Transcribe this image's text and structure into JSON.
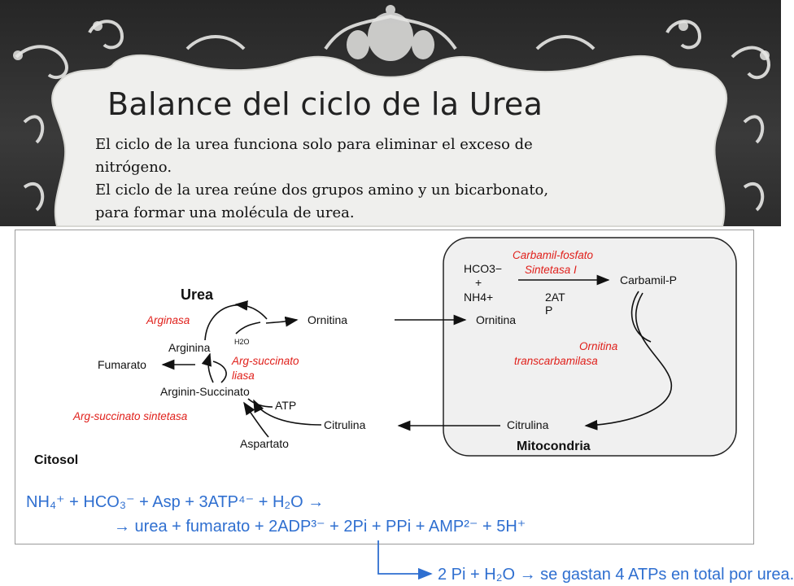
{
  "slide": {
    "title": "Balance del ciclo de la Urea",
    "body_lines": [
      "El ciclo de la urea funciona solo para eliminar el exceso de",
      "nitrógeno.",
      "El ciclo de la urea reúne dos grupos amino y un bicarbonato,",
      "para formar una molécula de urea."
    ]
  },
  "diagram": {
    "nodes": {
      "urea": "Urea",
      "ornitina_cyt": "Ornitina",
      "arginina": "Arginina",
      "fumarato": "Fumarato",
      "arginin_succinato": "Arginin-Succinato",
      "atp": "ATP",
      "citrulina_cyt": "Citrulina",
      "aspartato": "Aspartato",
      "citosol": "Citosol",
      "hco3": "HCO3−",
      "plus": "+",
      "nh4": "NH4+",
      "atp2": "2AT",
      "p": "P",
      "carbamil_p": "Carbamil-P",
      "ornitina_mit": "Ornitina",
      "citrulina_mit": "Citrulina",
      "mitocondria": "Mitocondria",
      "h2o": "H2O"
    },
    "enzymes": {
      "arginasa": "Arginasa",
      "arg_succ_liasa_1": "Arg-succinato",
      "arg_succ_liasa_2": "liasa",
      "arg_succ_sintetasa": "Arg-succinato sintetasa",
      "cps_1": "Carbamil-fosfato",
      "cps_2": "Sintetasa I",
      "otc_1": "Ornitina",
      "otc_2": "transcarbamilasa"
    },
    "colors": {
      "enzyme": "#e0201b",
      "equation": "#2f6fd0",
      "text": "#111111"
    }
  },
  "equation": {
    "line1": "NH₄⁺ + HCO₃⁻ + Asp + 3ATP⁴⁻ + H₂O →",
    "line2": "→ urea + fumarato + 2ADP³⁻ + 2Pi + PPi + AMP²⁻ + 5H⁺",
    "note": "2 Pi + H₂O → se gastan 4 ATPs en total por urea."
  }
}
